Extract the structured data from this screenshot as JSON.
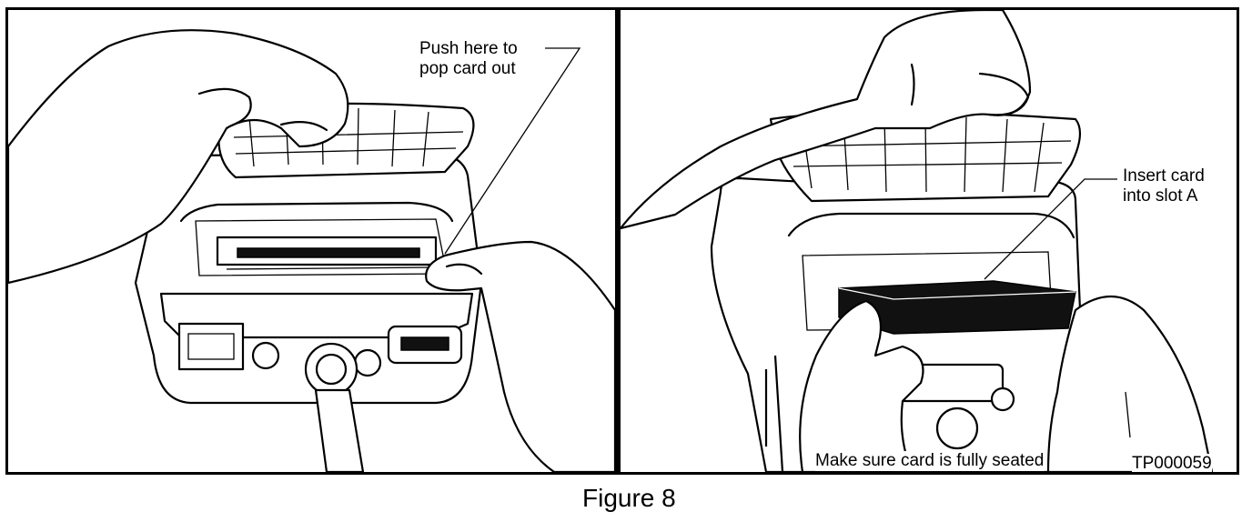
{
  "figure": {
    "caption": "Figure 8",
    "left_panel": {
      "callout": [
        "Push here to",
        "pop card out"
      ]
    },
    "right_panel": {
      "callout": [
        "Insert card",
        "into slot A"
      ],
      "note": "Make sure card is fully seated",
      "reference": "TP000059"
    }
  }
}
